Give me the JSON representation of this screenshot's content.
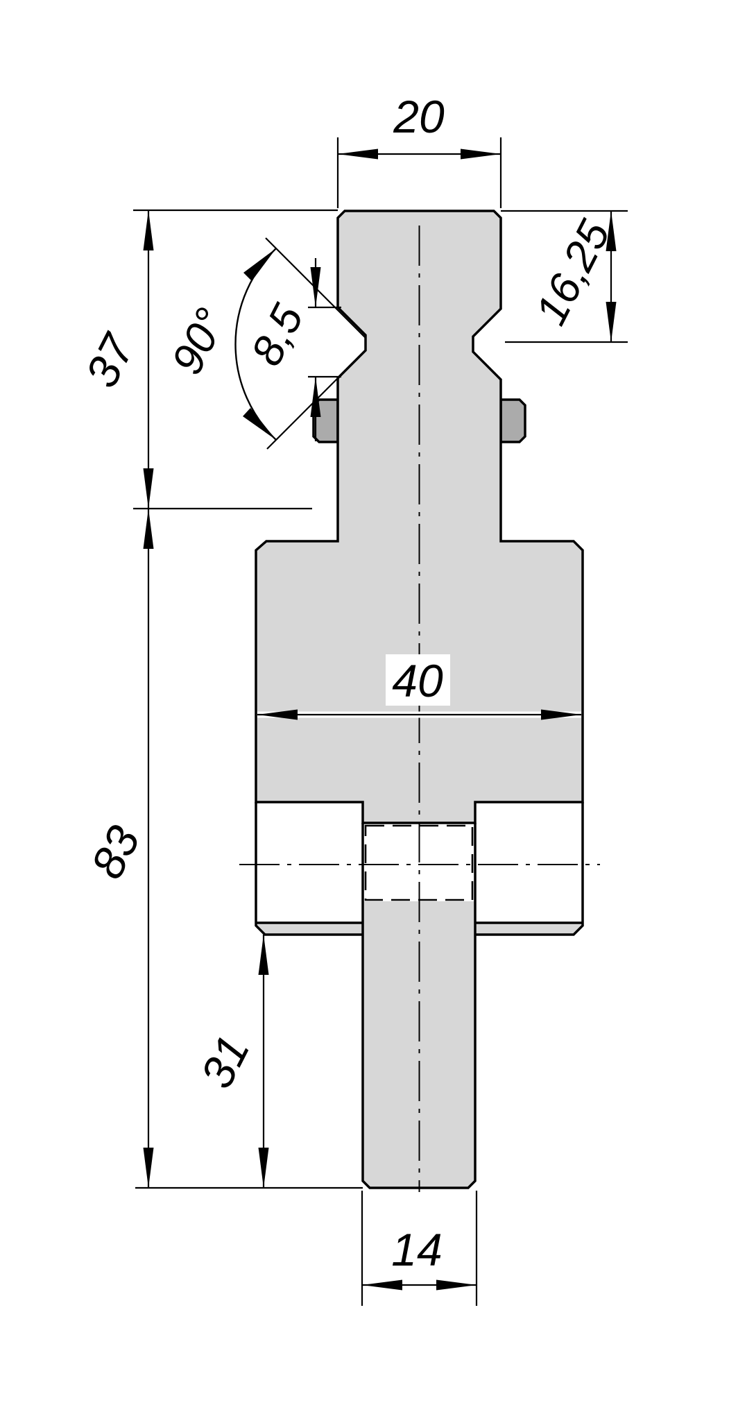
{
  "drawing": {
    "title": "punch-adapter-technical-drawing",
    "colors": {
      "background": "#ffffff",
      "part_fill": "#d7d7d7",
      "clamp_pin_fill": "#ababab",
      "line": "#000000",
      "dimension_text": "#000000"
    },
    "labels": {
      "top_width": "20",
      "right_groove_depth": "16,25",
      "upper_height": "37",
      "notch_angle": "90°",
      "notch_height": "8,5",
      "body_width": "40",
      "total_height": "83",
      "stem_height": "31",
      "stem_width": "14"
    }
  }
}
